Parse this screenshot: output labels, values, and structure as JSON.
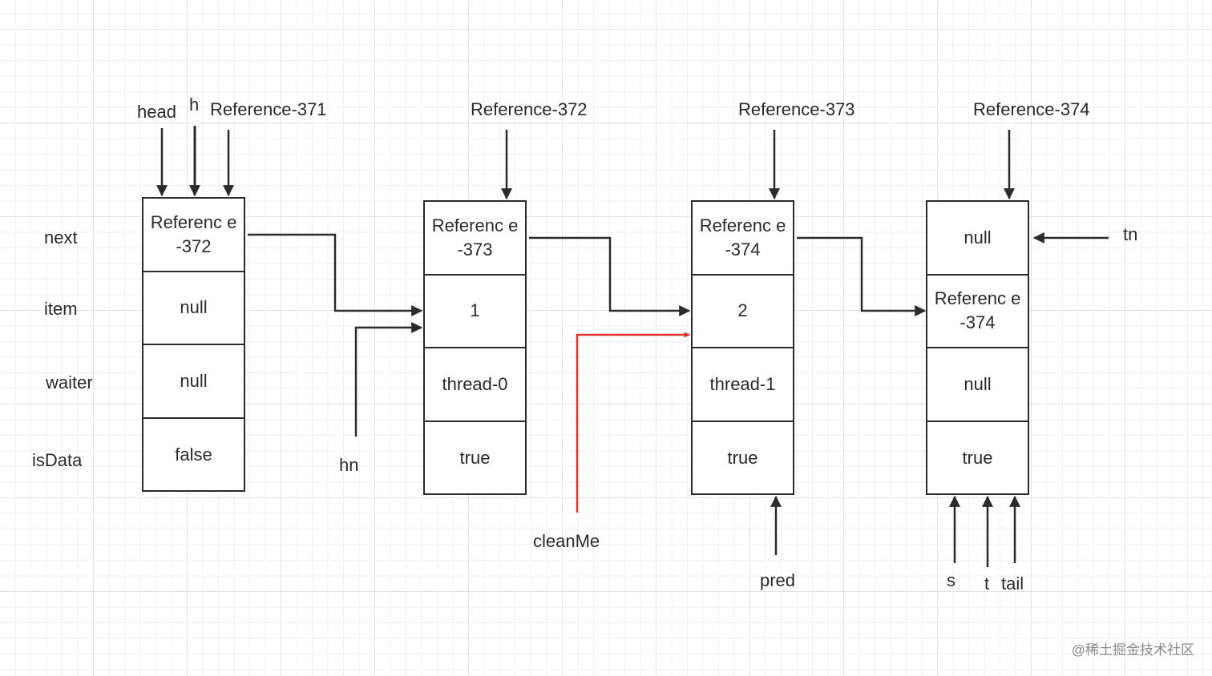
{
  "field_labels": [
    "next",
    "item",
    "waiter",
    "isData"
  ],
  "nodes": [
    {
      "name": "Reference-371",
      "fields": [
        "Referenc e-372",
        "null",
        "null",
        "false"
      ]
    },
    {
      "name": "Reference-372",
      "fields": [
        "Referenc e-373",
        "1",
        "thread-0",
        "true"
      ]
    },
    {
      "name": "Reference-373",
      "fields": [
        "Referenc e-374",
        "2",
        "thread-1",
        "true"
      ]
    },
    {
      "name": "Reference-374",
      "fields": [
        "null",
        "Referenc e-374",
        "null",
        "true"
      ]
    }
  ],
  "pointers": {
    "head": "head",
    "h": "h",
    "hn": "hn",
    "cleanMe": "cleanMe",
    "pred": "pred",
    "tn": "tn",
    "s": "s",
    "t": "t",
    "tail": "tail"
  },
  "colors": {
    "line": "#2b2b2b",
    "highlight": "#e0342b"
  },
  "watermark": "@稀土掘金技术社区"
}
